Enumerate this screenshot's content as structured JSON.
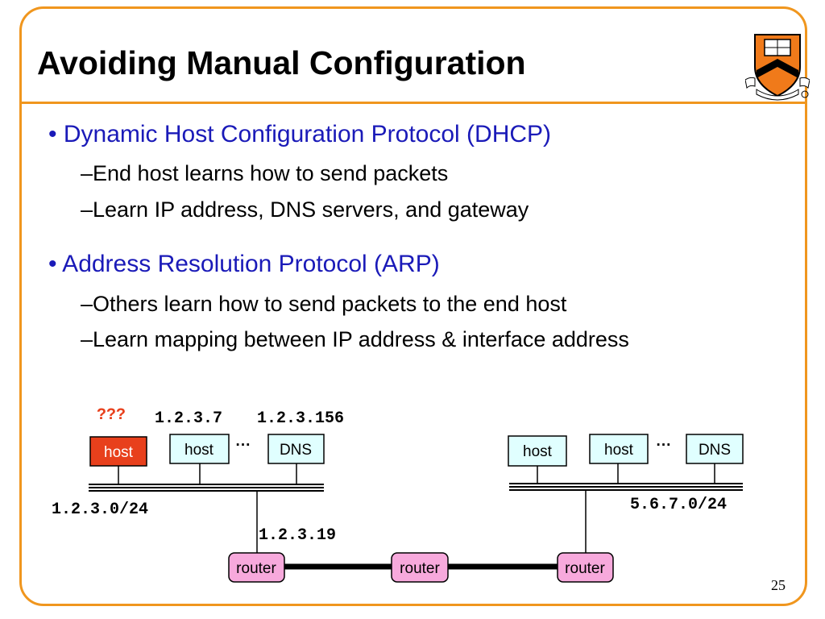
{
  "slide": {
    "title": "Avoiding Manual Configuration",
    "page_number": "25"
  },
  "bullets": [
    {
      "text": "• Dynamic Host Configuration Protocol (DHCP)",
      "subs": [
        "–End host learns how to send packets",
        "–Learn IP address, DNS servers, and gateway"
      ]
    },
    {
      "text": "• Address Resolution Protocol (ARP)",
      "subs": [
        "–Others learn how to send packets to the end host",
        "–Learn mapping between IP address & interface address"
      ]
    }
  ],
  "diagram": {
    "unknown_ip": "???",
    "left_host_ip": "1.2.3.7",
    "left_dns_ip": "1.2.3.156",
    "left_subnet": "1.2.3.0/24",
    "router_ip": "1.2.3.19",
    "right_subnet": "5.6.7.0/24",
    "host_label": "host",
    "dns_label": "DNS",
    "router_label": "router",
    "ellipsis": "···"
  },
  "colors": {
    "frame": "#f0961e",
    "bullet_text": "#1a1ab8",
    "highlight_host": "#e8401c",
    "unknown_ip": "#e8401c",
    "host_box": "#e0ffff",
    "router_box": "#f7a9dc"
  },
  "icons": {
    "crest": "princeton-shield-icon"
  }
}
